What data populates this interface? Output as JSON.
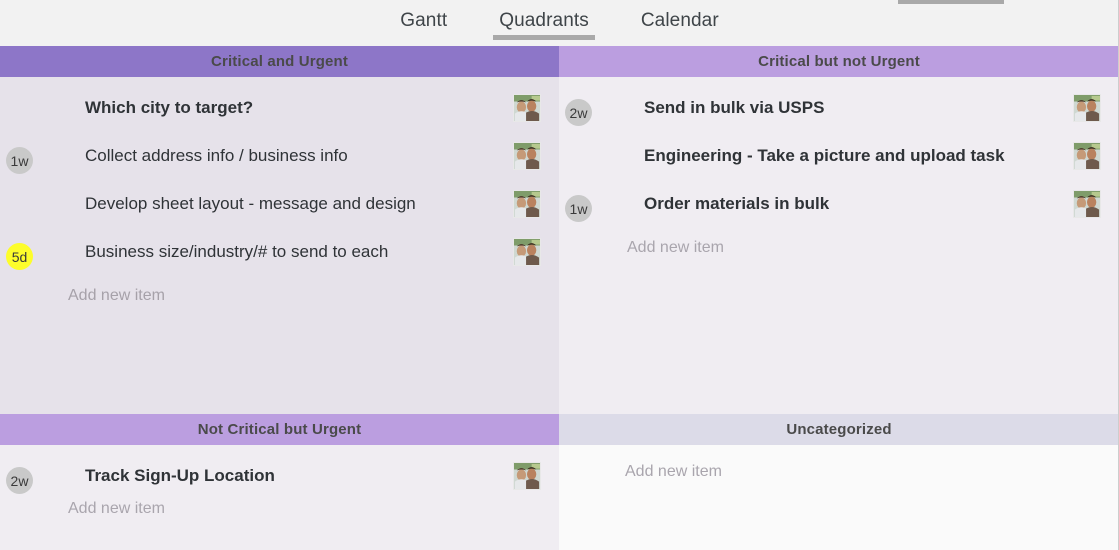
{
  "tabs": [
    {
      "label": "Gantt",
      "active": false
    },
    {
      "label": "Quadrants",
      "active": true
    },
    {
      "label": "Calendar",
      "active": false
    }
  ],
  "add_new_label": "Add new item",
  "colors": {
    "header_critical_urgent": "#8d76c8",
    "header_critical_not_urgent": "#bb9ee0",
    "header_not_critical_urgent": "#bb9ee0",
    "header_uncategorized": "#dcdbe8",
    "body_q1": "#e6e2ea",
    "body_q2": "#f0edf2",
    "body_q3": "#f0edf2",
    "body_q4": "#fafafa",
    "badge_gray": "#c9c9c9",
    "badge_yellow": "#fdfd2b",
    "tab_underline": "#a9a9a9"
  },
  "quadrants": [
    {
      "id": "critical-and-urgent",
      "title": "Critical and Urgent",
      "tasks": [
        {
          "title": "Which city to target?",
          "duration": "",
          "badge_color": "none",
          "bold": true
        },
        {
          "title": "Collect address info / business info",
          "duration": "1w",
          "badge_color": "gray",
          "bold": false
        },
        {
          "title": "Develop sheet layout - message and design",
          "duration": "",
          "badge_color": "none",
          "bold": false
        },
        {
          "title": "Business size/industry/# to send to each",
          "duration": "5d",
          "badge_color": "yellow",
          "bold": false
        }
      ]
    },
    {
      "id": "critical-but-not-urgent",
      "title": "Critical but not Urgent",
      "tasks": [
        {
          "title": "Send in bulk via USPS",
          "duration": "2w",
          "badge_color": "gray",
          "bold": true
        },
        {
          "title": "Engineering - Take a picture and upload task",
          "duration": "",
          "badge_color": "none",
          "bold": true
        },
        {
          "title": "Order materials in bulk",
          "duration": "1w",
          "badge_color": "gray",
          "bold": true
        }
      ]
    },
    {
      "id": "not-critical-but-urgent",
      "title": "Not Critical but Urgent",
      "tasks": [
        {
          "title": "Track Sign-Up Location",
          "duration": "2w",
          "badge_color": "gray",
          "bold": true
        }
      ]
    },
    {
      "id": "uncategorized",
      "title": "Uncategorized",
      "tasks": []
    }
  ]
}
